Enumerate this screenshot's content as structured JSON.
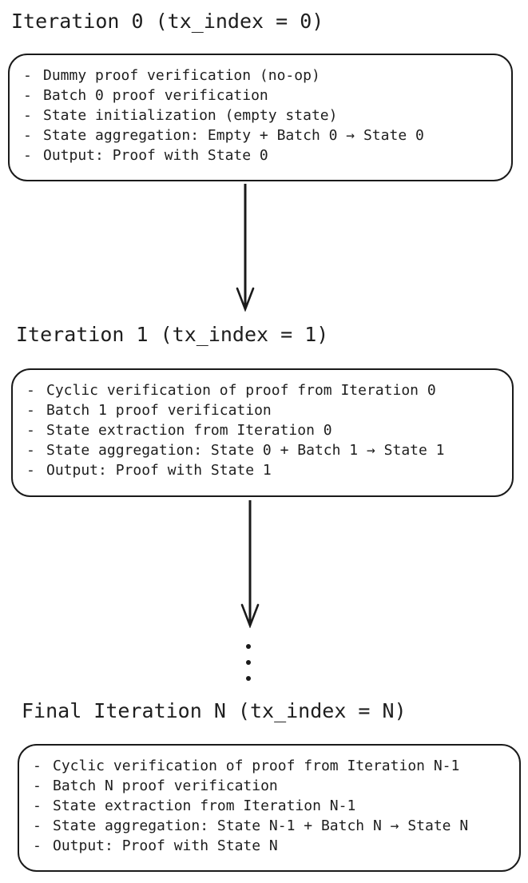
{
  "page": {
    "background_color": "#ffffff",
    "text_color": "#1e1e1e",
    "line_color": "#1a1a1a"
  },
  "bullet": "-",
  "icons": {
    "down_arrow": "↓",
    "vertical_ellipsis": "⋮"
  },
  "sections": [
    {
      "title": "Iteration 0 (tx_index = 0)",
      "items": [
        "Dummy proof verification (no-op)",
        "Batch 0 proof verification",
        "State initialization (empty state)",
        "State aggregation: Empty + Batch 0 → State 0",
        "Output: Proof with State 0"
      ]
    },
    {
      "title": "Iteration 1 (tx_index = 1)",
      "items": [
        "Cyclic verification of proof from Iteration 0",
        "Batch 1 proof verification",
        "State extraction from Iteration 0",
        "State aggregation: State 0 + Batch 1 → State 1",
        "Output: Proof with State 1"
      ]
    },
    {
      "title": "Final Iteration N (tx_index = N)",
      "items": [
        "Cyclic verification of proof from Iteration N-1",
        "Batch N proof verification",
        "State extraction from Iteration N-1",
        "State aggregation: State N-1 + Batch N → State N",
        "Output: Proof with State N"
      ]
    }
  ]
}
